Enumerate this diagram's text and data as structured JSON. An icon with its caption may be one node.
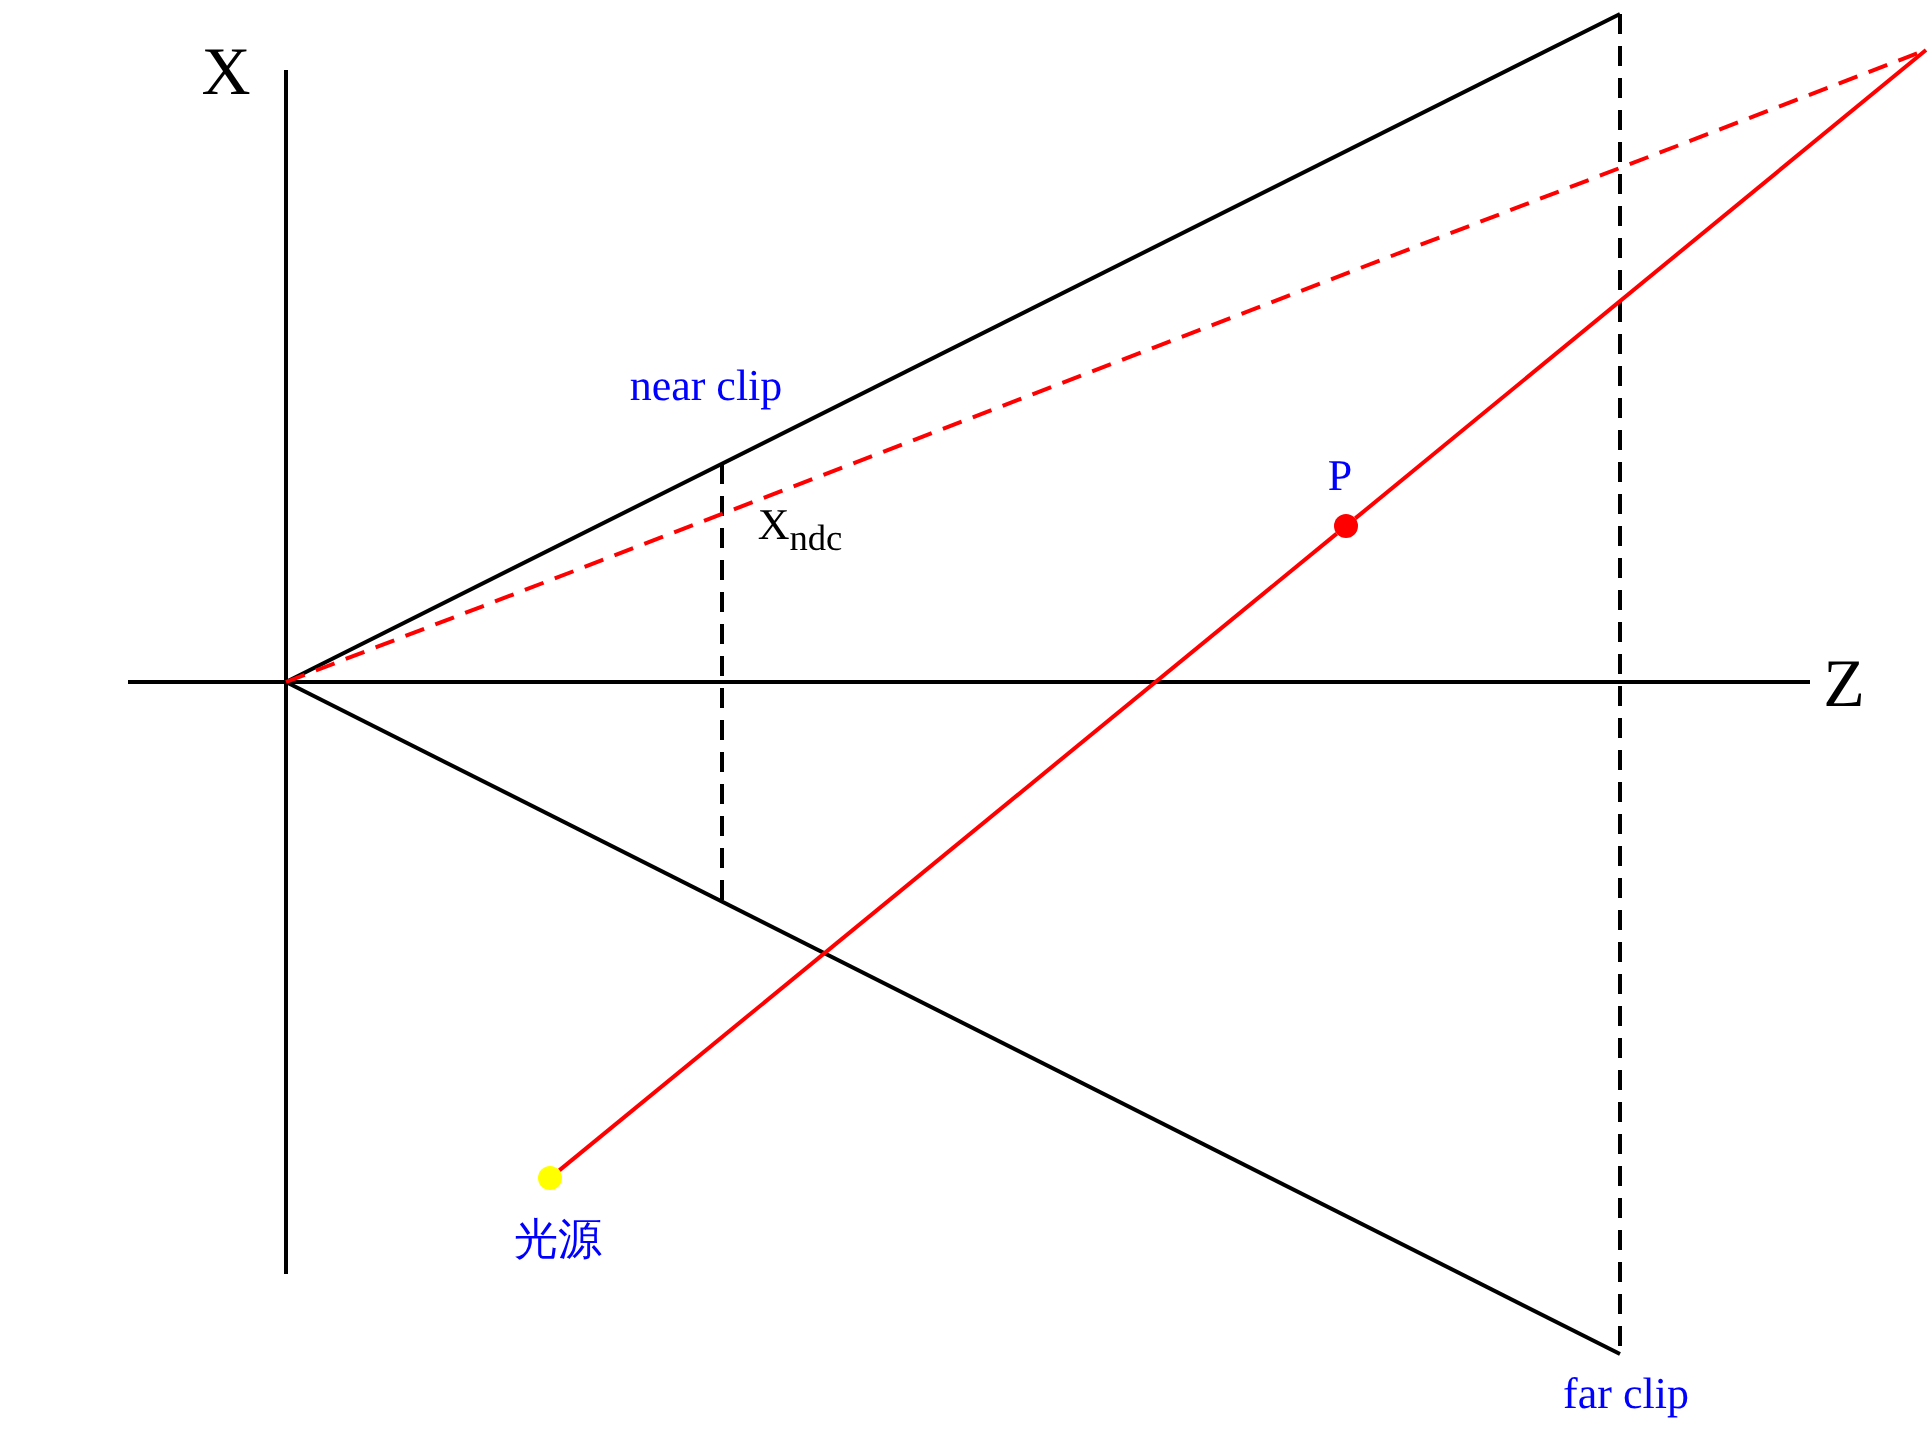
{
  "diagram": {
    "nodes": [
      {
        "text": [],
        "shape": "circle",
        "beside": [
          "光源"
        ]
      },
      {
        "text": [],
        "shape": "circle",
        "beside": [
          "P"
        ]
      }
    ],
    "edges": [
      {
        "from": 0,
        "to": 1,
        "arrow": "none",
        "color": "#ff0000"
      },
      {
        "from": 1,
        "to": null,
        "arrow": "none",
        "color": "#ff0000"
      }
    ],
    "labels": [
      "X",
      "near clip",
      "X$_{ndc}$",
      "Z",
      "far clip"
    ]
  }
}
